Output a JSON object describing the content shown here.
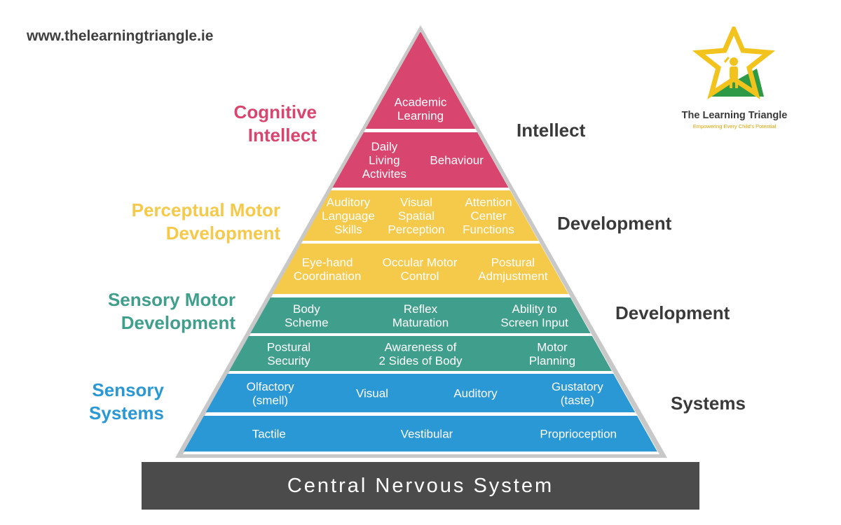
{
  "site_url": "www.thelearningtriangle.ie",
  "brand": {
    "name": "The Learning Triangle",
    "tagline": "Empowering Every Child's Potential"
  },
  "colors": {
    "cognitive": "#d8456e",
    "perceptual": "#f5c94a",
    "sensory_motor": "#409f8c",
    "sensory_systems": "#2a98d4",
    "base": "#4b4b4b",
    "outline": "#c8c8c8",
    "logo_gold": "#f2c31c",
    "logo_green": "#2e9a45"
  },
  "left_labels": {
    "cognitive": [
      "Cognitive",
      "Intellect"
    ],
    "perceptual": [
      "Perceptual Motor",
      "Development"
    ],
    "sensory_motor": [
      "Sensory Motor",
      "Development"
    ],
    "sensory_systems": [
      "Sensory",
      "Systems"
    ]
  },
  "right_labels": {
    "cognitive": "Intellect",
    "perceptual": "Development",
    "sensory_motor": "Development",
    "sensory_systems": "Systems"
  },
  "pyramid": {
    "cells": [
      {
        "tier": "cognitive",
        "lines": [
          "Academic",
          "Learning"
        ]
      },
      {
        "tier": "cognitive",
        "lines": [
          "Daily",
          "Living",
          "Activites"
        ]
      },
      {
        "tier": "cognitive",
        "lines": [
          "Behaviour"
        ]
      },
      {
        "tier": "perceptual",
        "lines": [
          "Auditory",
          "Language",
          "Skills"
        ]
      },
      {
        "tier": "perceptual",
        "lines": [
          "Visual",
          "Spatial",
          "Perception"
        ]
      },
      {
        "tier": "perceptual",
        "lines": [
          "Attention",
          "Center",
          "Functions"
        ]
      },
      {
        "tier": "perceptual",
        "lines": [
          "Eye-hand",
          "Coordination"
        ]
      },
      {
        "tier": "perceptual",
        "lines": [
          "Occular Motor",
          "Control"
        ]
      },
      {
        "tier": "perceptual",
        "lines": [
          "Postural",
          "Admjustment"
        ]
      },
      {
        "tier": "sensory_motor",
        "lines": [
          "Body",
          "Scheme"
        ]
      },
      {
        "tier": "sensory_motor",
        "lines": [
          "Reflex",
          "Maturation"
        ]
      },
      {
        "tier": "sensory_motor",
        "lines": [
          "Ability to",
          "Screen Input"
        ]
      },
      {
        "tier": "sensory_motor",
        "lines": [
          "Postural",
          "Security"
        ]
      },
      {
        "tier": "sensory_motor",
        "lines": [
          "Awareness of",
          "2 Sides of Body"
        ]
      },
      {
        "tier": "sensory_motor",
        "lines": [
          "Motor",
          "Planning"
        ]
      },
      {
        "tier": "sensory_systems",
        "lines": [
          "Olfactory",
          "(smell)"
        ]
      },
      {
        "tier": "sensory_systems",
        "lines": [
          "Visual"
        ]
      },
      {
        "tier": "sensory_systems",
        "lines": [
          "Auditory"
        ]
      },
      {
        "tier": "sensory_systems",
        "lines": [
          "Gustatory",
          "(taste)"
        ]
      },
      {
        "tier": "sensory_systems",
        "lines": [
          "Tactile"
        ]
      },
      {
        "tier": "sensory_systems",
        "lines": [
          "Vestibular"
        ]
      },
      {
        "tier": "sensory_systems",
        "lines": [
          "Proprioception"
        ]
      }
    ]
  },
  "base_label": "Central Nervous System"
}
